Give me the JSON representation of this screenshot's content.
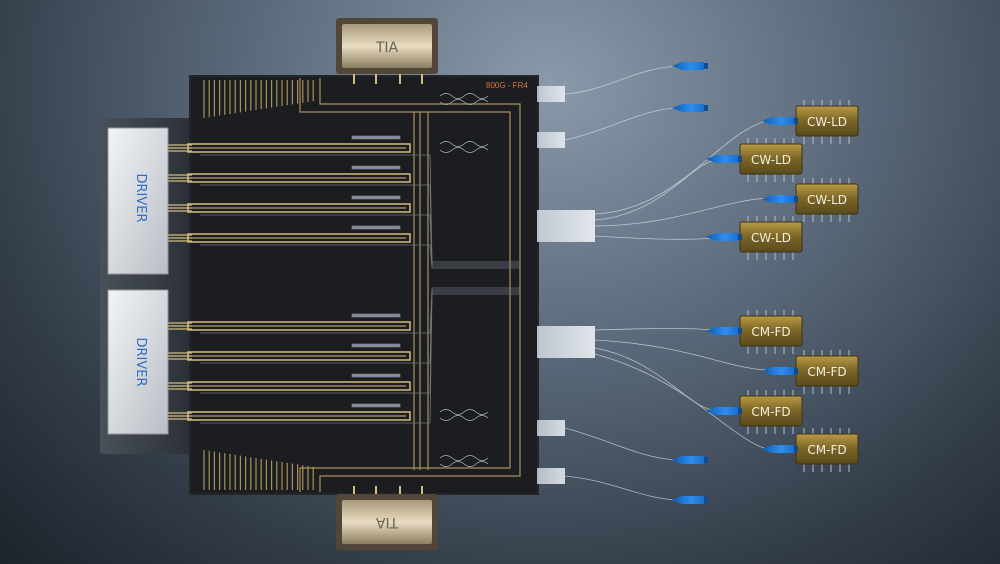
{
  "chip": {
    "label": "800G - FR4"
  },
  "tia": {
    "top_label": "TIA",
    "bottom_label": "TIA"
  },
  "drivers": [
    {
      "label": "DRIVER"
    },
    {
      "label": "DRIVER"
    }
  ],
  "cw_lasers": [
    {
      "label": "CW-LD"
    },
    {
      "label": "CW-LD"
    },
    {
      "label": "CW-LD"
    },
    {
      "label": "CW-LD"
    }
  ],
  "photodiodes": [
    {
      "label": "CM-FD"
    },
    {
      "label": "CM-FD"
    },
    {
      "label": "CM-FD"
    },
    {
      "label": "CM-FD"
    }
  ],
  "colors": {
    "chip": "#1b1d20",
    "gold_trace": "#c8b27a",
    "driver_face": "#d9dde2",
    "driver_text": "#2f6fc2",
    "laser_body": "#9a7f33",
    "connector_blue": "#1e7ad6",
    "label_orange": "#e0733a"
  }
}
